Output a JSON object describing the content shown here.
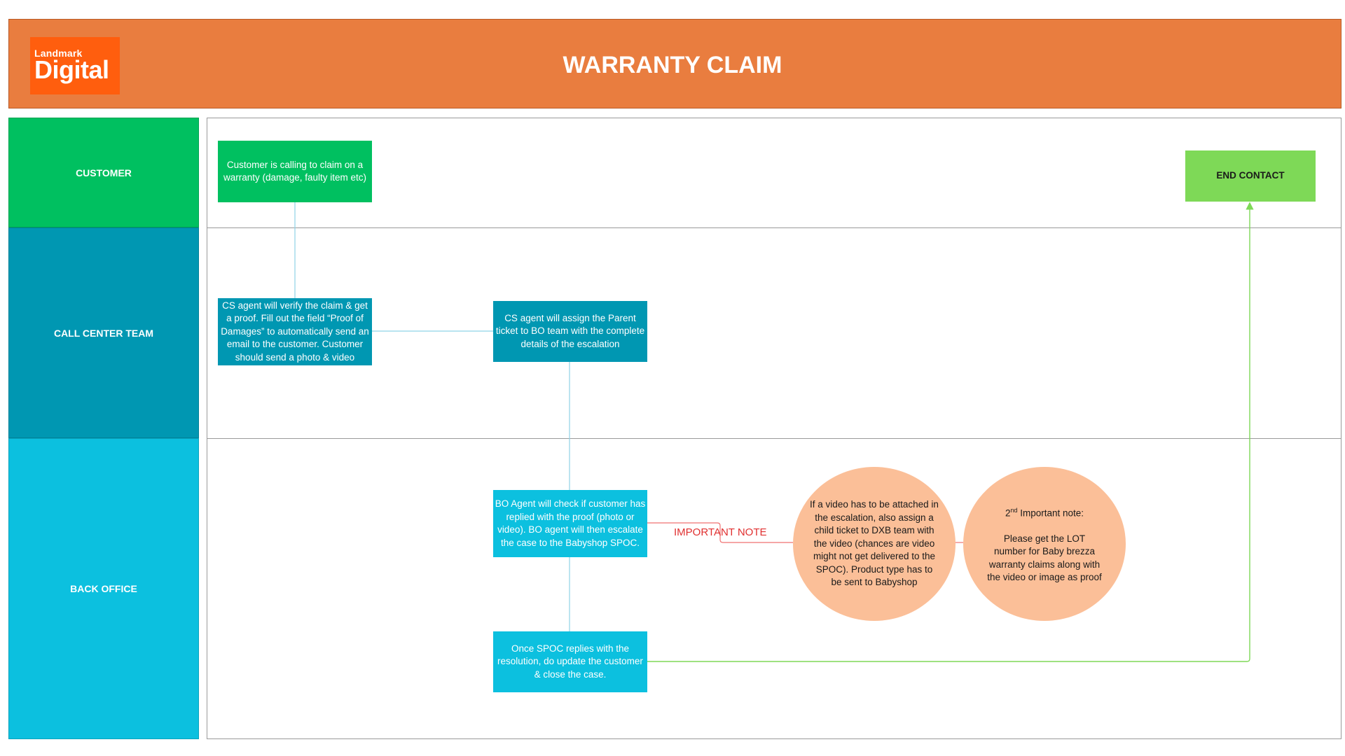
{
  "header": {
    "title": "WARRANTY CLAIM",
    "logo_top": "Landmark",
    "logo_main": "Digital"
  },
  "lanes": [
    {
      "label": "CUSTOMER",
      "color": "#00c060"
    },
    {
      "label": "CALL CENTER TEAM",
      "color": "#0097b2"
    },
    {
      "label": "BACK OFFICE",
      "color": "#0cc0df"
    }
  ],
  "nodes": {
    "customer_call": "Customer is calling to claim on a warranty (damage, faulty item etc)",
    "end_contact": "END CONTACT",
    "cs_verify": "CS agent will verify the claim & get a proof. Fill out the field “Proof of Damages” to automatically send an email to the customer. Customer should send a photo & video",
    "cs_assign": "CS agent will assign the Parent ticket to BO team with the complete details of the escalation",
    "bo_check": "BO Agent will check if customer has replied with the proof (photo or video). BO agent will then escalate the case to the Babyshop SPOC.",
    "bo_close": "Once SPOC replies with the resolution, do update the customer & close the case."
  },
  "important_note": {
    "label": "IMPORTANT NOTE",
    "note1": "If a video has to be attached in the escalation, also assign a child ticket to DXB team with the video (chances are video might not get delivered to the SPOC). Product type has to be sent to Babyshop",
    "note2_prefix": "2",
    "note2_sup": "nd",
    "note2_title": " Important note:",
    "note2_body": "Please get the LOT number for Baby brezza warranty claims along with the video or image as proof"
  },
  "colors": {
    "header": "#e97d3f",
    "logo": "#ff5e0e",
    "customer_box": "#00c060",
    "end_contact": "#7ed957",
    "call_center_box": "#0097b2",
    "back_office_box": "#0cc0df",
    "note_circle": "#fbbf98",
    "note_text": "#e03030",
    "connector": "#8fd3e6",
    "end_connector": "#7ed957"
  }
}
